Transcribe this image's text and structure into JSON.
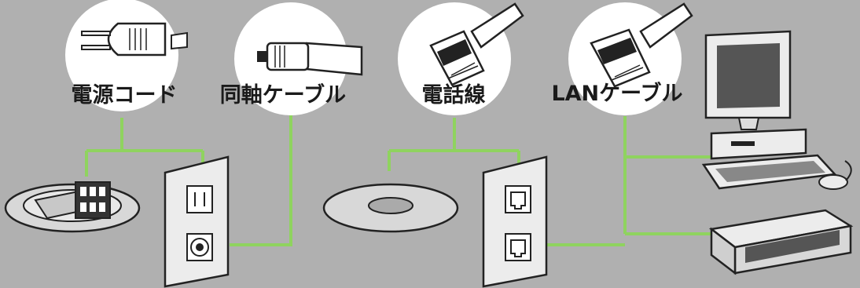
{
  "colors": {
    "background": "#b0b0b0",
    "connector": "#8fd35f",
    "circle": "#ffffff",
    "outline": "#222222"
  },
  "cables": [
    {
      "id": "power",
      "label": "電源コード",
      "icon": "power-plug-icon"
    },
    {
      "id": "coax",
      "label": "同軸ケーブル",
      "icon": "coaxial-connector-icon"
    },
    {
      "id": "phone",
      "label": "電話線",
      "icon": "telephone-jack-icon"
    },
    {
      "id": "lan",
      "label": "LANケーブル",
      "icon": "lan-connector-icon"
    }
  ],
  "devices": [
    {
      "id": "floor-outlet",
      "icon": "floor-outlet-icon"
    },
    {
      "id": "wall-plate-power-coax",
      "icon": "wall-plate-power-coax-icon"
    },
    {
      "id": "floor-grommet",
      "icon": "floor-grommet-icon"
    },
    {
      "id": "wall-plate-phone-lan",
      "icon": "wall-plate-phone-lan-icon"
    },
    {
      "id": "desktop-computer",
      "icon": "desktop-computer-icon"
    },
    {
      "id": "network-switch",
      "icon": "network-switch-icon"
    }
  ]
}
